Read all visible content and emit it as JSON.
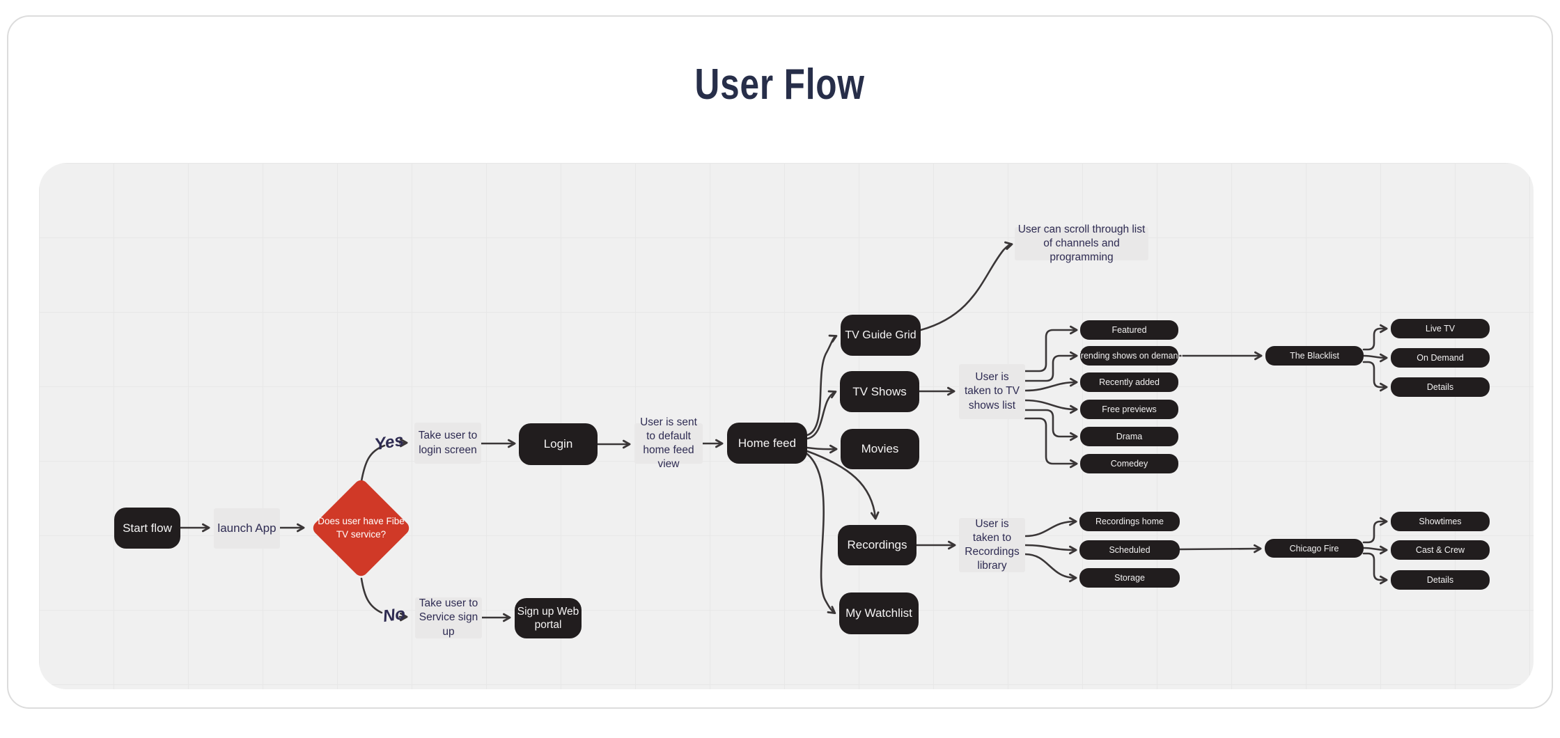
{
  "title": "User Flow",
  "flow": {
    "start": "Start flow",
    "launch_app": "launch App",
    "decision": "Does user have Fibe TV service?",
    "yes_label": "Yes",
    "no_label": "No",
    "take_login": "Take user to login screen",
    "login": "Login",
    "sent_home": "User is sent to default home feed view",
    "home_feed": "Home feed",
    "take_service": "Take user to Service sign up",
    "signup_portal": "Sign up Web portal",
    "tv_guide": "TV Guide Grid",
    "scroll_note": "User can scroll through list of channels and programming",
    "tv_shows": "TV Shows",
    "tv_shows_note": "User is taken to TV shows list",
    "movies": "Movies",
    "recordings": "Recordings",
    "recordings_note": "User is taken to Recordings library",
    "my_watchlist": "My Watchlist",
    "tv_show_categories": [
      "Featured",
      "Trending shows on demand",
      "Recently added",
      "Free previews",
      "Drama",
      "Comedey"
    ],
    "blacklist": "The Blacklist",
    "blacklist_options": [
      "Live TV",
      "On Demand",
      "Details"
    ],
    "recording_sections": [
      "Recordings home",
      "Scheduled",
      "Storage"
    ],
    "chicago_fire": "Chicago Fire",
    "chicago_options": [
      "Showtimes",
      "Cast & Crew",
      "Details"
    ]
  },
  "colors": {
    "node_black": "#211d1e",
    "note_gray": "#e9e8e8",
    "decision_red": "#d03927",
    "note_text": "#2e2b52",
    "title_text": "#272e49",
    "connector": "#3a3637",
    "canvas_bg": "#f0f0f0"
  }
}
